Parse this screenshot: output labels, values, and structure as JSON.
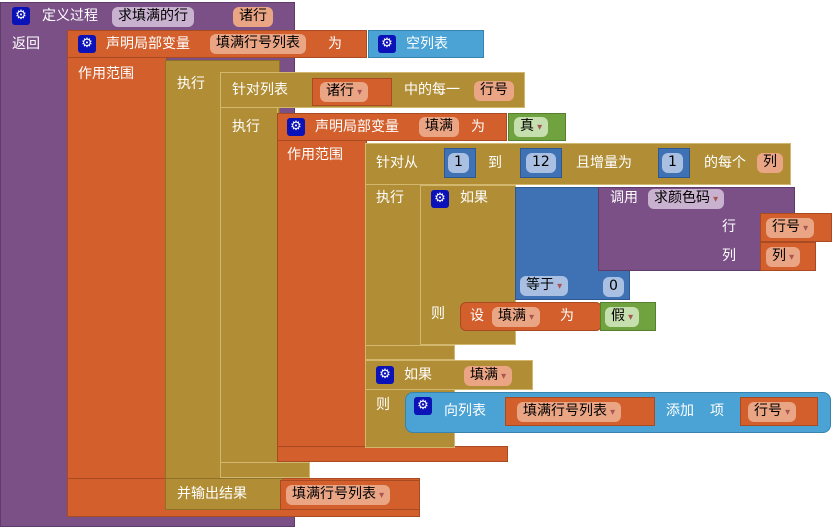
{
  "proc": {
    "label": "定义过程",
    "name": "求填满的行",
    "param": "诸行",
    "return": "返回"
  },
  "local1": {
    "label": "声明局部变量",
    "var": "填满行号列表",
    "as": "为",
    "scope": "作用范围",
    "init": "空列表"
  },
  "doblock": {
    "do": "执行",
    "result": "并输出结果",
    "result_var": "填满行号列表"
  },
  "foreach": {
    "label": "针对列表",
    "list": "诸行",
    "each": "中的每一",
    "item": "行号",
    "do": "执行"
  },
  "local2": {
    "label": "声明局部变量",
    "var": "填满",
    "as": "为",
    "init": "真",
    "scope": "作用范围"
  },
  "forrange": {
    "label": "针对从",
    "from": "1",
    "to_label": "到",
    "to": "12",
    "step_label": "且增量为",
    "step": "1",
    "each": "的每个",
    "var": "列",
    "do": "执行"
  },
  "if1": {
    "label": "如果",
    "then": "则",
    "compare_op": "等于",
    "compare_value": "0",
    "call": "调用",
    "proc": "求颜色码",
    "arg_row": "行",
    "arg_row_val": "行号",
    "arg_col": "列",
    "arg_col_val": "列",
    "set": "设",
    "set_var": "填满",
    "set_as": "为",
    "set_val": "假"
  },
  "if2": {
    "label": "如果",
    "cond": "填满",
    "then": "则",
    "add": "向列表",
    "list": "填满行号列表",
    "add_label": "添加",
    "item_label": "项",
    "item": "行号"
  }
}
